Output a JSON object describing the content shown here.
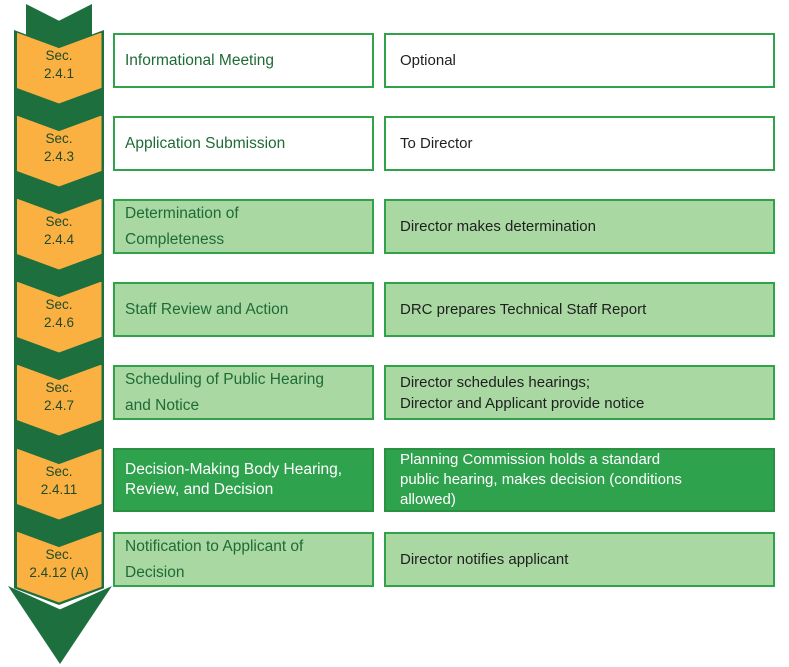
{
  "colors": {
    "ribbon_green": "#1D6F3E",
    "badge_orange": "#FBB042",
    "box_border_green": "#2FA24A",
    "light_green_fill": "#A9D8A3",
    "dark_green_fill": "#2FA24D",
    "title_text_green": "#1F6B35",
    "description_text": "#1F1F1F"
  },
  "steps": [
    {
      "sec_label": "Sec.",
      "sec_number": "2.4.1",
      "title": "Informational Meeting",
      "description": "Optional",
      "variant": "white"
    },
    {
      "sec_label": "Sec.",
      "sec_number": "2.4.3",
      "title": "Application Submission",
      "description": "To Director",
      "variant": "white"
    },
    {
      "sec_label": "Sec.",
      "sec_number": "2.4.4",
      "title": "Determination of\nCompleteness",
      "description": "Director makes determination",
      "variant": "light"
    },
    {
      "sec_label": "Sec.",
      "sec_number": "2.4.6",
      "title": "Staff Review and Action",
      "description": "DRC prepares Technical Staff Report",
      "variant": "light"
    },
    {
      "sec_label": "Sec.",
      "sec_number": "2.4.7",
      "title": "Scheduling of Public Hearing\nand Notice",
      "description": "Director schedules hearings;\nDirector and Applicant provide notice",
      "variant": "light"
    },
    {
      "sec_label": "Sec.",
      "sec_number": "2.4.11",
      "title": "Decision-Making Body Hearing,\nReview, and Decision",
      "description": "Planning Commission holds a standard\npublic hearing, makes decision (conditions\nallowed)",
      "variant": "dark"
    },
    {
      "sec_label": "Sec.",
      "sec_number": "2.4.12 (A)",
      "title": "Notification to Applicant of\nDecision",
      "description": "Director notifies applicant",
      "variant": "light"
    }
  ]
}
